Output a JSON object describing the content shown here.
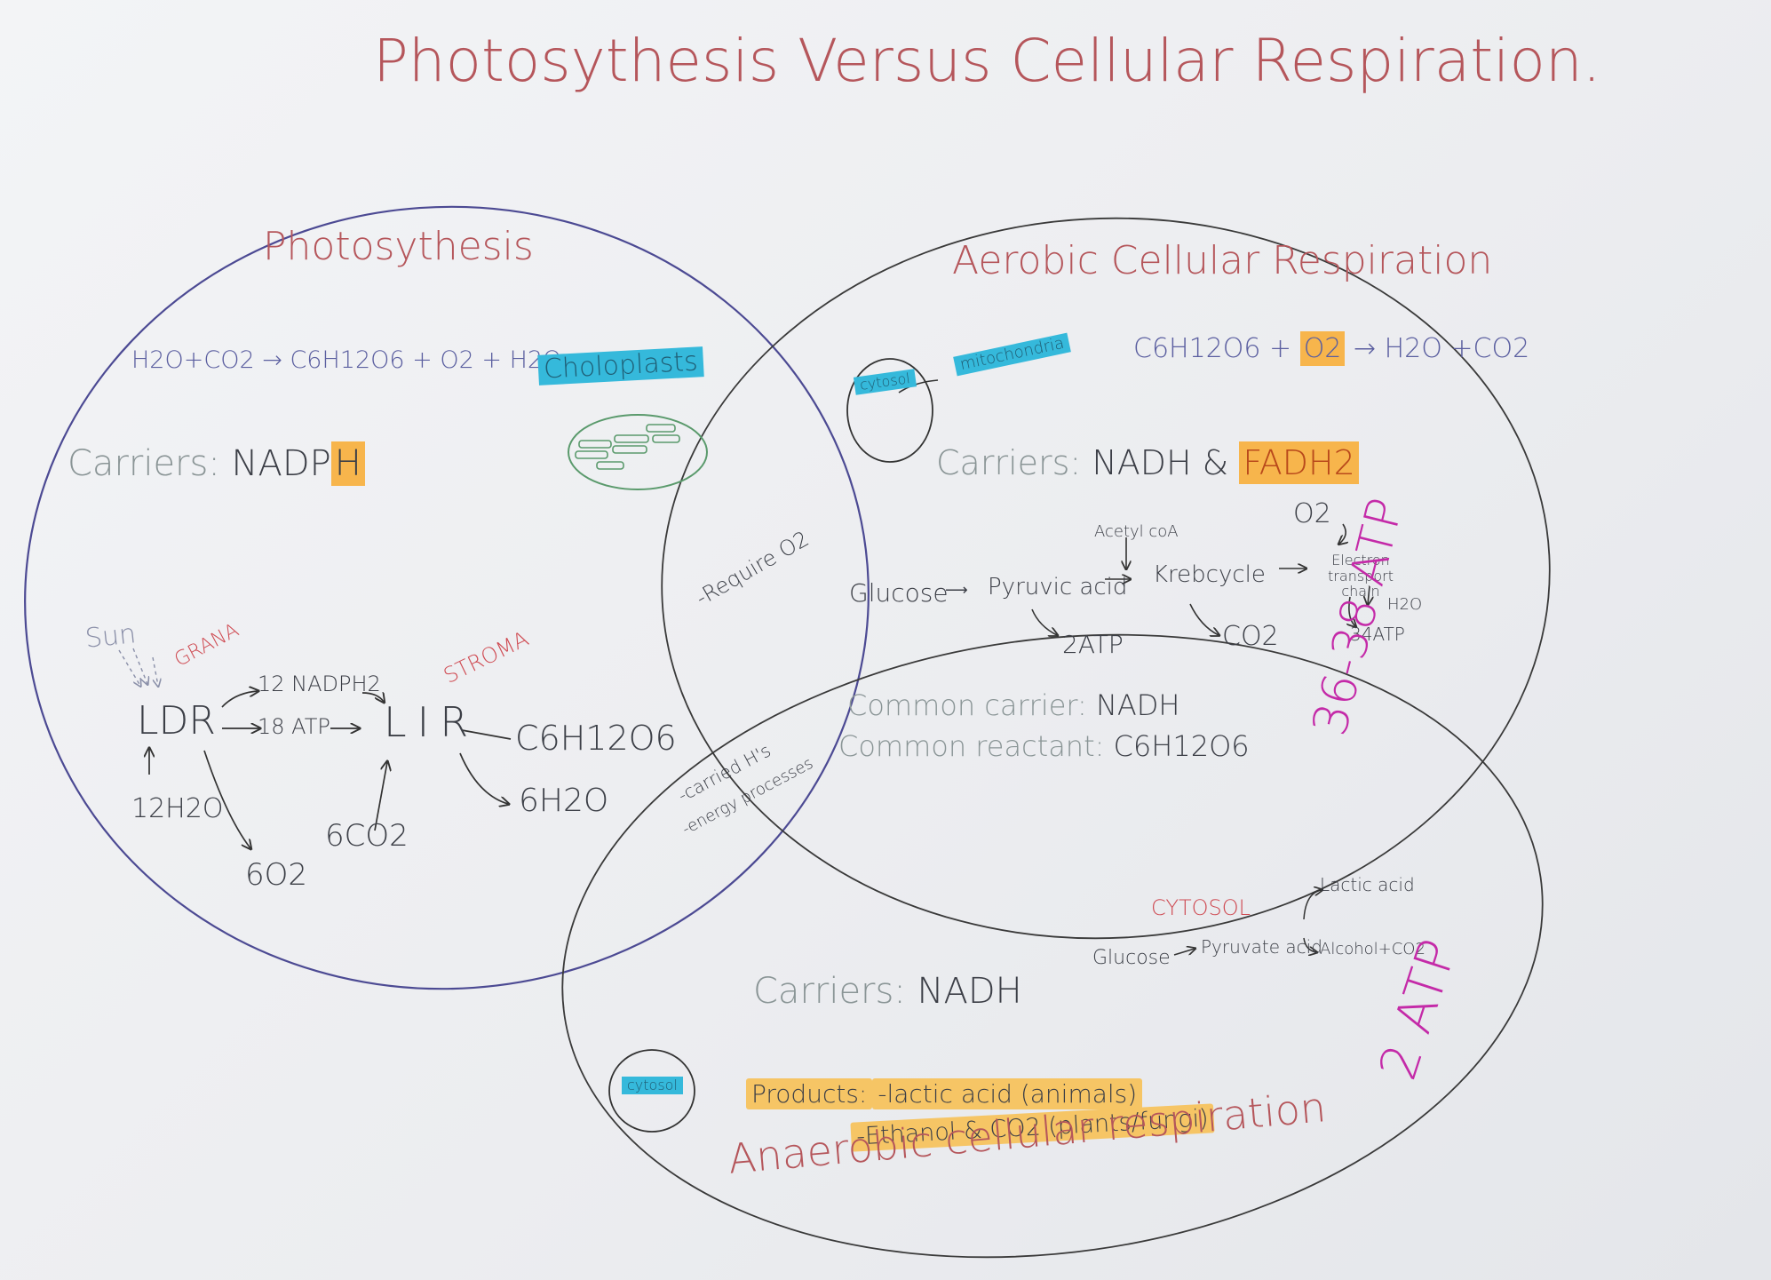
{
  "title": "Photosythesis Versus Cellular Respiration.",
  "photosynthesis": {
    "title": "Photosythesis",
    "equation": {
      "left": "H2O+CO2",
      "arrow": "→",
      "right": "C6H12O6 + O2 + H2O"
    },
    "organelle": "Choloplasts",
    "carriers_label": "Carriers:",
    "carriers_value": "NADP",
    "carriers_highlight": "H",
    "sun": "Sun",
    "grana": "GRANA",
    "stroma": "STROMA",
    "ldr": "LDR",
    "lir": "LIR",
    "nadph2": "12 NADPH2",
    "atp18": "18 ATP",
    "product_glucose": "C6H12O6",
    "water_in": "12H2O",
    "oxygen_out": "6O2",
    "co2_in": "6CO2",
    "water_out": "6H2O"
  },
  "aerobic": {
    "title": "Aerobic Cellular Respiration",
    "cytosol": "cytosol",
    "mitochondria": "mitochondria",
    "equation": {
      "left": "C6H12O6 +",
      "highlight": "O2",
      "right": "→ H2O +CO2"
    },
    "carriers_label": "Carriers:",
    "carriers_value": "NADH &",
    "carriers_highlight": "FADH2",
    "acetyl": "Acetyl coA",
    "o2": "O2",
    "glucose": "Glucose",
    "pyruvic": "Pyruvic acid",
    "krebs": "Krebcycle",
    "etc": "Electron transport chain",
    "h2o": "H2O",
    "atp2": "2ATP",
    "co2": "CO2",
    "atp34": "34ATP",
    "atp_total": "36-38 ATP"
  },
  "overlap": {
    "requires_o2": "-Require O2",
    "carried_h": "-carried H's",
    "energy": "-energy processes",
    "common_carrier_label": "Common carrier:",
    "common_carrier_value": "NADH",
    "common_reactant_label": "Common reactant:",
    "common_reactant_value": "C6H12O6"
  },
  "anaerobic": {
    "title": "Anaerobic cellular respiration",
    "cytosol_caps": "CYTOSOL",
    "lactic": "Lactic acid",
    "glucose": "Glucose",
    "pyruvate": "Pyruvate acid",
    "alcohol": "Alcohol+CO2",
    "carriers_label": "Carriers:",
    "carriers_value": "NADH",
    "cytosol": "cytosol",
    "products_label": "Products:",
    "product1": "-lactic acid (animals)",
    "product2": "-Ethanol & CO2 (plants/fungi)",
    "atp": "2 ATP"
  },
  "colors": {
    "title": "#b5565b",
    "cyan_highlight": "#35b9db",
    "orange_highlight": "#f7b54c",
    "magenta": "#c42aa8",
    "circle_purple": "#4c4a93",
    "circle_gray": "#3a3a3a"
  }
}
